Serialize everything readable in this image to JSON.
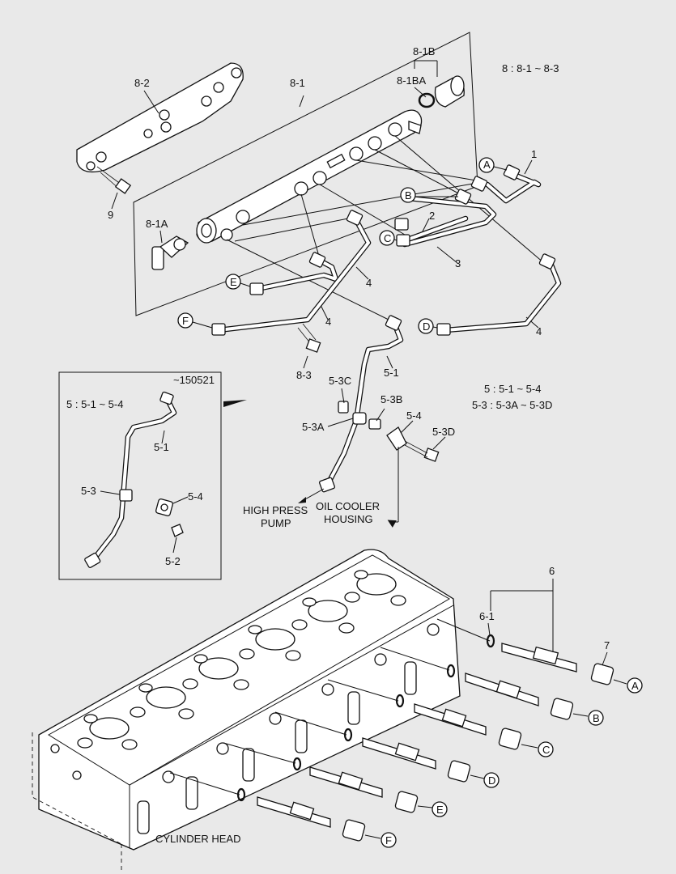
{
  "labels": {
    "p8_2": "8-2",
    "p8_1": "8-1",
    "p8_1b": "8-1B",
    "p8_1ba": "8-1BA",
    "p8_legend": "8 : 8-1 ~ 8-3",
    "p1": "1",
    "p2": "2",
    "p3": "3",
    "p4a": "4",
    "p4b": "4",
    "p4c": "4",
    "p9": "9",
    "p8_1a": "8-1A",
    "p8_3": "8-3",
    "p5_1": "5-1",
    "p5_3c": "5-3C",
    "p5_3b": "5-3B",
    "p5_3a": "5-3A",
    "p5_4": "5-4",
    "p5_3d": "5-3D",
    "p5_legend": "5 : 5-1 ~ 5-4",
    "p5_3_legend": "5-3 : 5-3A ~ 5-3D",
    "high_press_1": "HIGH PRESS",
    "high_press_2": "PUMP",
    "oil_cooler_1": "OIL COOLER",
    "oil_cooler_2": "HOUSING",
    "p6": "6",
    "p6_1": "6-1",
    "p7": "7",
    "cylinder_head": "CYLINDER HEAD"
  },
  "inset": {
    "serial": "~150521",
    "legend": "5 : 5-1 ~ 5-4",
    "p5_1": "5-1",
    "p5_3": "5-3",
    "p5_4": "5-4",
    "p5_2": "5-2"
  },
  "callouts": {
    "a1": "A",
    "b1": "B",
    "c1": "C",
    "d1": "D",
    "e1": "E",
    "f1": "F",
    "a2": "A",
    "b2": "B",
    "c2": "C",
    "d2": "D",
    "e2": "E",
    "f2": "F"
  }
}
